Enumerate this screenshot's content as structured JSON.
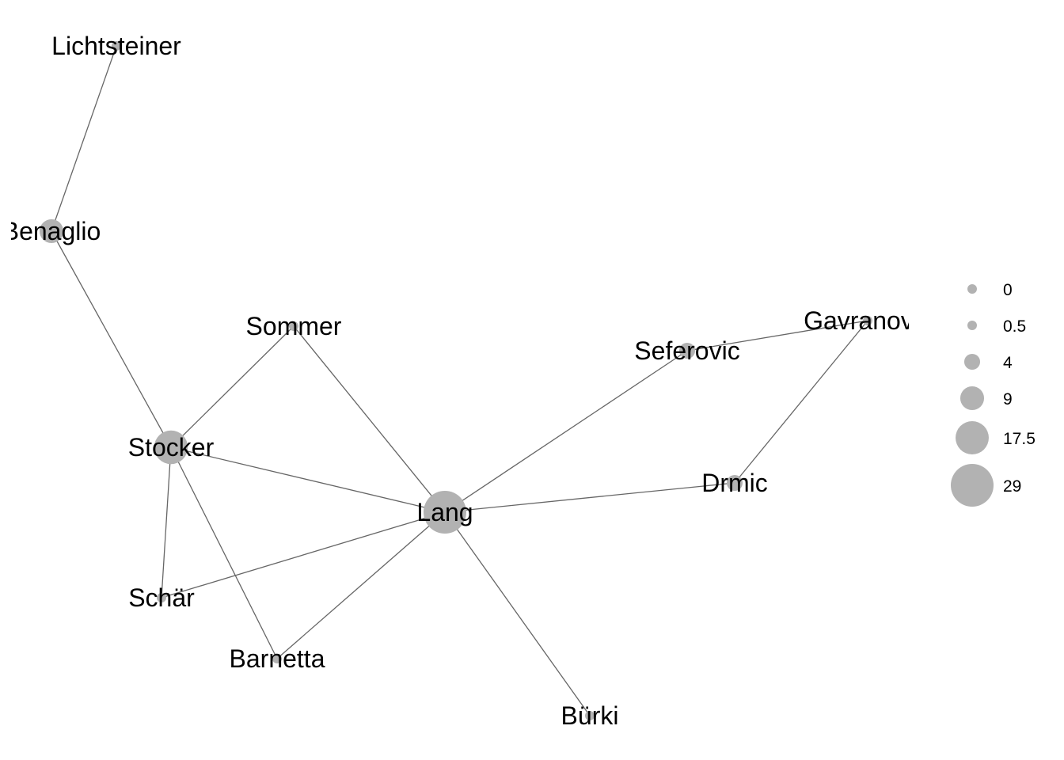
{
  "chart_data": {
    "type": "network",
    "size_legend": {
      "title": "",
      "entries": [
        "0",
        "0.5",
        "4",
        "9",
        "17.5",
        "29"
      ]
    },
    "nodes": [
      {
        "id": "Lichtsteiner",
        "label": "Lichtsteiner",
        "size": 0
      },
      {
        "id": "Benaglio",
        "label": "Benaglio",
        "size": 9
      },
      {
        "id": "Sommer",
        "label": "Sommer",
        "size": 0
      },
      {
        "id": "Stocker",
        "label": "Stocker",
        "size": 18
      },
      {
        "id": "Lang",
        "label": "Lang",
        "size": 29
      },
      {
        "id": "Seferovic",
        "label": "Seferovic",
        "size": 4
      },
      {
        "id": "Gavranovic",
        "label": "Gavranovic",
        "size": 0.5
      },
      {
        "id": "Drmic",
        "label": "Drmic",
        "size": 4
      },
      {
        "id": "Schär",
        "label": "Schär",
        "size": 0
      },
      {
        "id": "Barnetta",
        "label": "Barnetta",
        "size": 0
      },
      {
        "id": "Bürki",
        "label": "Bürki",
        "size": 0
      }
    ],
    "edges": [
      [
        "Lichtsteiner",
        "Benaglio"
      ],
      [
        "Benaglio",
        "Stocker"
      ],
      [
        "Sommer",
        "Stocker"
      ],
      [
        "Sommer",
        "Lang"
      ],
      [
        "Stocker",
        "Lang"
      ],
      [
        "Stocker",
        "Schär"
      ],
      [
        "Stocker",
        "Barnetta"
      ],
      [
        "Lang",
        "Schär"
      ],
      [
        "Lang",
        "Barnetta"
      ],
      [
        "Lang",
        "Bürki"
      ],
      [
        "Lang",
        "Drmic"
      ],
      [
        "Lang",
        "Seferovic"
      ],
      [
        "Seferovic",
        "Gavranovic"
      ],
      [
        "Gavranovic",
        "Drmic"
      ]
    ]
  },
  "colors": {
    "node_fill": "#b2b2b2",
    "edge": "#666666",
    "label": "#000000"
  }
}
